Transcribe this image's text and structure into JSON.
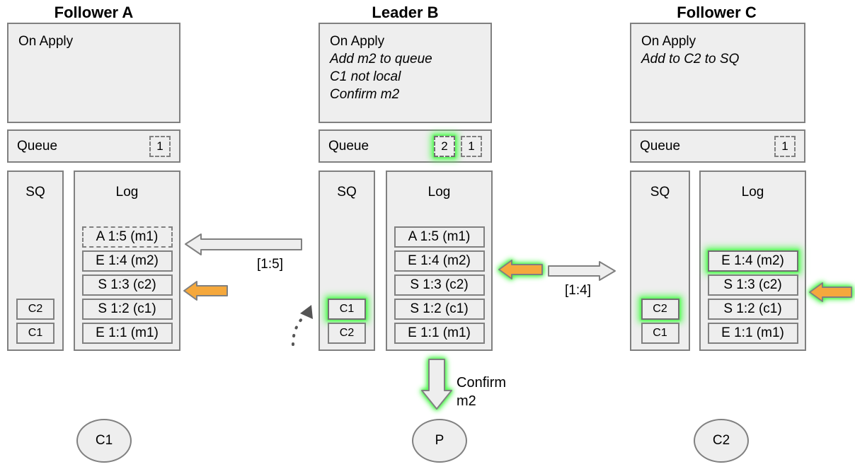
{
  "diagram": {
    "title_follower_a": "Follower A",
    "title_leader_b": "Leader B",
    "title_follower_c": "Follower C",
    "queue_label": "Queue",
    "sq_label": "SQ",
    "log_label": "Log",
    "confirm_line1": "Confirm",
    "confirm_line2": "m2",
    "edge_label_ab": "[1:5]",
    "edge_label_bc": "[1:4]",
    "colors": {
      "panel_fill": "#eeeeee",
      "panel_stroke": "#808080",
      "highlight_green": "#5dfb5d",
      "arrow_orange": "#f5a83c",
      "text": "#000000"
    }
  },
  "nodes": [
    {
      "id": "follower-a",
      "title": "Follower A",
      "on_apply": [
        {
          "text": "On Apply",
          "italic": false
        }
      ],
      "queue": {
        "label": "Queue",
        "boxes": [
          {
            "value": "1",
            "highlighted": false,
            "dashed": true
          }
        ]
      },
      "sq": {
        "label": "SQ",
        "items": [
          {
            "value": "C2",
            "highlighted": false
          },
          {
            "value": "C1",
            "highlighted": false
          }
        ]
      },
      "log": {
        "label": "Log",
        "entries": [
          {
            "value": "A 1:5 (m1)",
            "dashed": true,
            "highlighted": false
          },
          {
            "value": "E 1:4 (m2)",
            "dashed": false,
            "highlighted": false
          },
          {
            "value": "S 1:3 (c2)",
            "dashed": false,
            "highlighted": false
          },
          {
            "value": "S 1:2 (c1)",
            "dashed": false,
            "highlighted": false
          },
          {
            "value": "E 1:1 (m1)",
            "dashed": false,
            "highlighted": false
          }
        ]
      },
      "client": "C1"
    },
    {
      "id": "leader-b",
      "title": "Leader B",
      "on_apply": [
        {
          "text": "On Apply",
          "italic": false
        },
        {
          "text": "Add m2 to queue",
          "italic": true
        },
        {
          "text": "C1 not local",
          "italic": true
        },
        {
          "text": "Confirm m2",
          "italic": true
        }
      ],
      "queue": {
        "label": "Queue",
        "boxes": [
          {
            "value": "2",
            "highlighted": true,
            "dashed": true
          },
          {
            "value": "1",
            "highlighted": false,
            "dashed": true
          }
        ]
      },
      "sq": {
        "label": "SQ",
        "items": [
          {
            "value": "C1",
            "highlighted": true
          },
          {
            "value": "C2",
            "highlighted": false
          }
        ]
      },
      "log": {
        "label": "Log",
        "entries": [
          {
            "value": "A 1:5 (m1)",
            "dashed": false,
            "highlighted": false
          },
          {
            "value": "E 1:4 (m2)",
            "dashed": false,
            "highlighted": false
          },
          {
            "value": "S 1:3 (c2)",
            "dashed": false,
            "highlighted": false
          },
          {
            "value": "S 1:2 (c1)",
            "dashed": false,
            "highlighted": false
          },
          {
            "value": "E 1:1 (m1)",
            "dashed": false,
            "highlighted": false
          }
        ]
      },
      "client": "P"
    },
    {
      "id": "follower-c",
      "title": "Follower C",
      "on_apply": [
        {
          "text": "On Apply",
          "italic": false
        },
        {
          "text": "Add to C2 to SQ",
          "italic": true
        }
      ],
      "queue": {
        "label": "Queue",
        "boxes": [
          {
            "value": "1",
            "highlighted": false,
            "dashed": true
          }
        ]
      },
      "sq": {
        "label": "SQ",
        "items": [
          {
            "value": "C2",
            "highlighted": true
          },
          {
            "value": "C1",
            "highlighted": false
          }
        ]
      },
      "log": {
        "label": "Log",
        "entries": [
          {
            "value": "E 1:4 (m2)",
            "dashed": false,
            "highlighted": true
          },
          {
            "value": "S 1:3 (c2)",
            "dashed": false,
            "highlighted": false
          },
          {
            "value": "S 1:2 (c1)",
            "dashed": false,
            "highlighted": false
          },
          {
            "value": "E 1:1 (m1)",
            "dashed": false,
            "highlighted": false
          }
        ]
      },
      "client": "C2"
    }
  ],
  "edges": {
    "a_b_replicate_label": "[1:5]",
    "b_c_replicate_label": "[1:4]",
    "confirm_label_line1": "Confirm",
    "confirm_label_line2": "m2"
  }
}
